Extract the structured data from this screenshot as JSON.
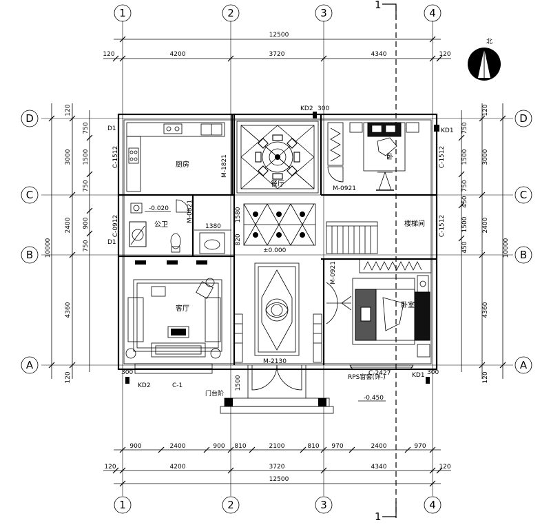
{
  "axes": {
    "vertical": [
      "1",
      "2",
      "3",
      "4"
    ],
    "horizontal": [
      "D",
      "C",
      "B",
      "A"
    ]
  },
  "section_mark": "1",
  "north": "北",
  "dims": {
    "top_total": "12500",
    "top_row": [
      "120",
      "4200",
      "3720",
      "4340",
      "120"
    ],
    "bottom_row1": [
      "900",
      "2400",
      "900",
      "810",
      "2100",
      "810",
      "970",
      "2400",
      "970"
    ],
    "bottom_row2": [
      "120",
      "4200",
      "3720",
      "4340",
      "120"
    ],
    "bottom_total": "12500",
    "left_outer": [
      "120",
      "3000",
      "2400",
      "4360",
      "120"
    ],
    "left_inner": [
      "750",
      "1500",
      "750",
      "900",
      "750"
    ],
    "left_total": "10000",
    "right_outer": [
      "120",
      "3000",
      "2400",
      "4360",
      "120"
    ],
    "right_inner": [
      "750",
      "1500",
      "750",
      "450",
      "1500",
      "450"
    ],
    "right_total": "10000"
  },
  "rooms": {
    "kitchen": "厨房",
    "bedroom1": "卧",
    "toilet": "公卫",
    "stair": "楼梯间",
    "living": "客厅",
    "bedroom2": "卧室",
    "dining": "餐厅"
  },
  "labels": {
    "kd2_top": "KD2",
    "kd2_top_dim": "300",
    "d1_top_left": "D1",
    "d1_mid_left": "D1",
    "kd1_top_right": "KD1",
    "c1512_left": "C-1512",
    "m1821": "M-1821",
    "c0912": "C-0912",
    "c1512_right_top": "C-1512",
    "c1512_right_mid": "C-1512",
    "m0921_top": "M-0921",
    "m0821": "M-0821",
    "level_toilet": "-0.020",
    "dim_1380": "1380",
    "dim_1580": "1580",
    "dim_820": "820",
    "level_zero": "±0.000",
    "m0921_bottom": "M-0921",
    "m2130": "M-2130",
    "c2427": "C-2427",
    "kd1_bottom": "KD1",
    "kd2_bottom": "KD2",
    "c1": "C-1",
    "dim_300_a": "300",
    "dim_300_b": "300",
    "dim_1500": "1500",
    "level_step": "-0.450",
    "note_left": "门台阶",
    "note_right": "RPS窗套(详-)"
  }
}
